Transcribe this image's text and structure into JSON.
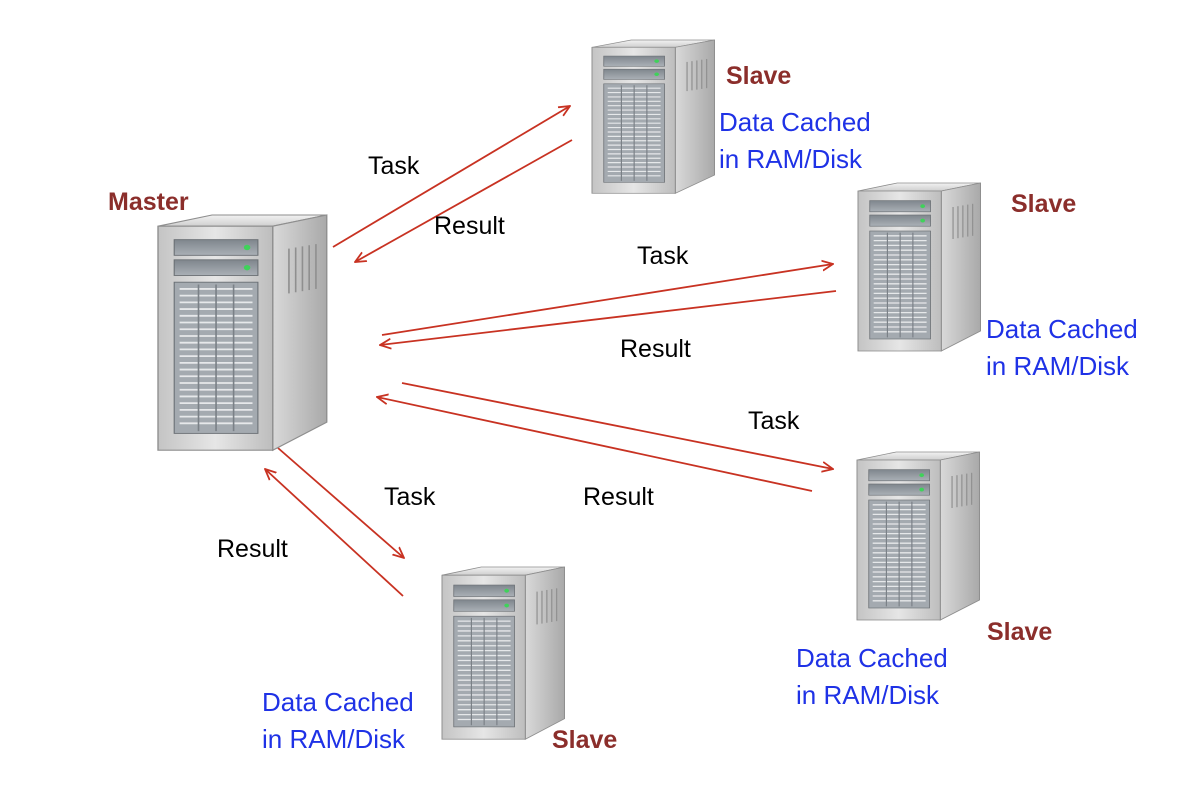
{
  "colors": {
    "arrow": "#c83222",
    "role_text": "#8b2e2b",
    "message_text": "#000000",
    "cache_text": "#1f32e6",
    "server_body": "#c9c9c9",
    "server_front": "#9aa0a6",
    "led": "#3fd25a"
  },
  "master": {
    "label": "Master",
    "icon": "server-tower-icon"
  },
  "slaves": [
    {
      "label": "Slave",
      "cache_line1": "Data Cached",
      "cache_line2": "in RAM/Disk",
      "icon": "server-tower-icon"
    },
    {
      "label": "Slave",
      "cache_line1": "Data Cached",
      "cache_line2": "in RAM/Disk",
      "icon": "server-tower-icon"
    },
    {
      "label": "Slave",
      "cache_line1": "Data Cached",
      "cache_line2": "in RAM/Disk",
      "icon": "server-tower-icon"
    },
    {
      "label": "Slave",
      "cache_line1": "Data Cached",
      "cache_line2": "in RAM/Disk",
      "icon": "server-tower-icon"
    }
  ],
  "links": [
    {
      "task_label": "Task",
      "result_label": "Result"
    },
    {
      "task_label": "Task",
      "result_label": "Result"
    },
    {
      "task_label": "Task",
      "result_label": "Result"
    },
    {
      "task_label": "Task",
      "result_label": "Result"
    }
  ]
}
